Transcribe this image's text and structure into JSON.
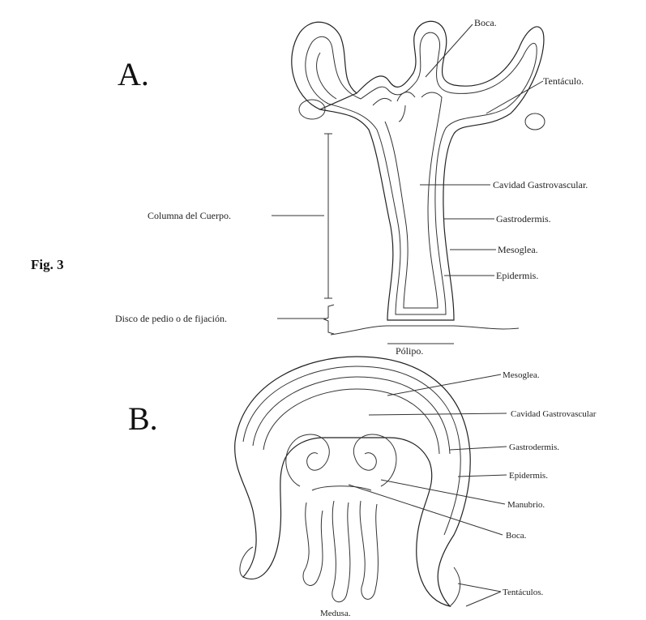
{
  "figure_label": "Fig. 3",
  "polyp": {
    "panel_letter": "A.",
    "caption": "Pólipo.",
    "labels": {
      "boca": "Boca.",
      "tentaculo": "Tentáculo.",
      "cavidad": "Cavidad Gastrovascular.",
      "gastrodermis": "Gastrodermis.",
      "mesoglea": "Mesoglea.",
      "epidermis": "Epidermis.",
      "columna": "Columna del Cuerpo.",
      "disco": "Disco de pedio o de fijación."
    }
  },
  "medusa": {
    "panel_letter": "B.",
    "caption": "Medusa.",
    "labels": {
      "mesoglea": "Mesoglea.",
      "cavidad": "Cavidad Gastrovascular",
      "gastrodermis": "Gastrodermis.",
      "epidermis": "Epidermis.",
      "manubrio": "Manubrio.",
      "boca": "Boca.",
      "tentaculos": "Tentáculos."
    }
  }
}
